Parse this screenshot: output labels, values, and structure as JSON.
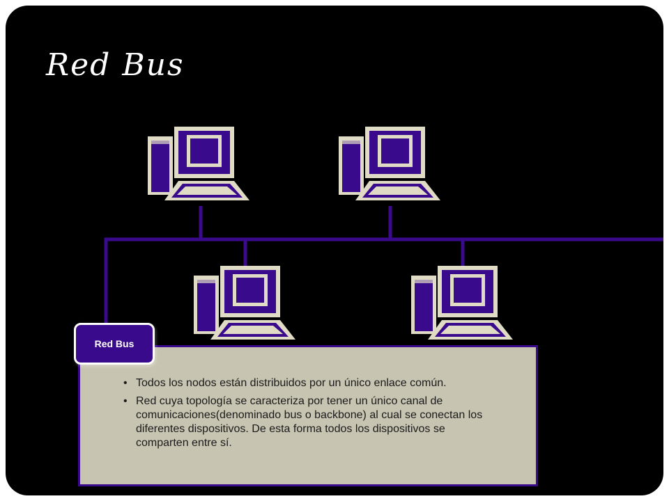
{
  "slide": {
    "title": "Red Bus"
  },
  "diagram": {
    "tab_label": "Red Bus",
    "bullets": [
      "Todos los nodos están distribuidos por un único enlace común.",
      "Red cuya topología  se caracteriza  por tener  un único canal  de comunicaciones(denominado  bus o backbone)  al cual se conectan  los diferentes  dispositivos. De esta forma todos los dispositivos se comparten  entre sí."
    ],
    "bullet_symbol": "•"
  },
  "colors": {
    "background": "#000000",
    "bus_line": "#3a0a8c",
    "tab_fill": "#3a0a8c",
    "textbox_fill": "#c8c4b2",
    "computer_body": "#e0dbc4",
    "computer_screen": "#3a0a8c"
  },
  "icons": {
    "computer": "desktop-computer-icon"
  }
}
